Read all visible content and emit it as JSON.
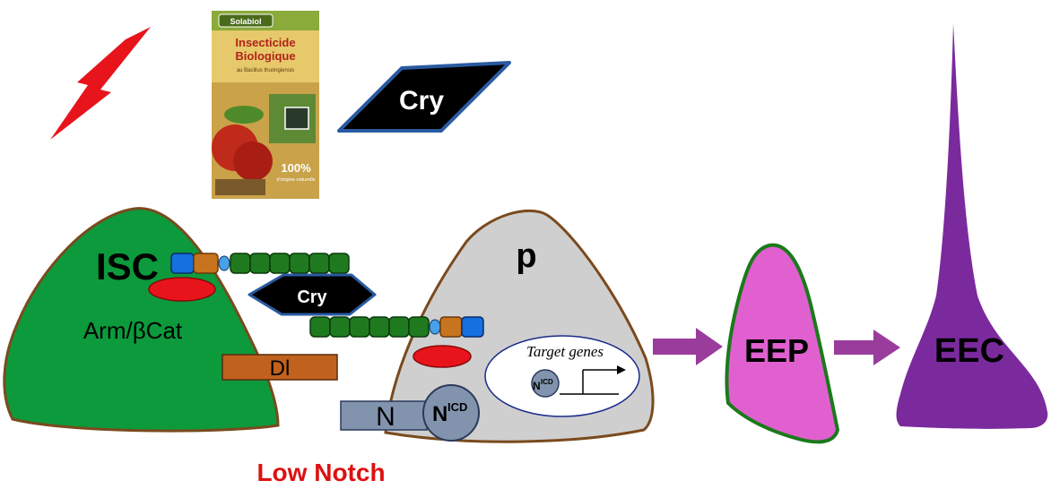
{
  "product_box": {
    "brand": "Solabiol",
    "title_line1": "Insecticide",
    "title_line2": "Biologique",
    "subtitle": "au Bacillus thuringiensis",
    "badge": "100%",
    "badge_sub": "d'origine naturelle"
  },
  "toxin_top": "Cry",
  "toxin_middle": "Cry",
  "isc_label": "ISC",
  "arm_label": "Arm/βCat",
  "dl_label": "Dl",
  "notch_label": "N",
  "nicd_main": "N",
  "nicd_sup": "ICD",
  "progenitor_label": "p",
  "target_genes_label": "Target genes",
  "nucleus_nicd_main": "N",
  "nucleus_nicd_sup": "ICD",
  "eep_label": "EEP",
  "eec_label": "EEC",
  "low_notch_label": "Low Notch",
  "colors": {
    "isc_green": "#0c9a3c",
    "cell_outline": "#7a4a1e",
    "progenitor_grey": "#cfcfcf",
    "eep_pink": "#e060d0",
    "eec_purple": "#7b2a9e",
    "arrow_purple": "#9a3c9c",
    "lightning_red": "#e8141c",
    "low_notch_red": "#dd1111",
    "receptor_blue": "#1670e0",
    "receptor_orange": "#c8731e",
    "receptor_green": "#1f7a1f",
    "dl_orange": "#c0621e",
    "notch_slate": "#8294ad"
  }
}
